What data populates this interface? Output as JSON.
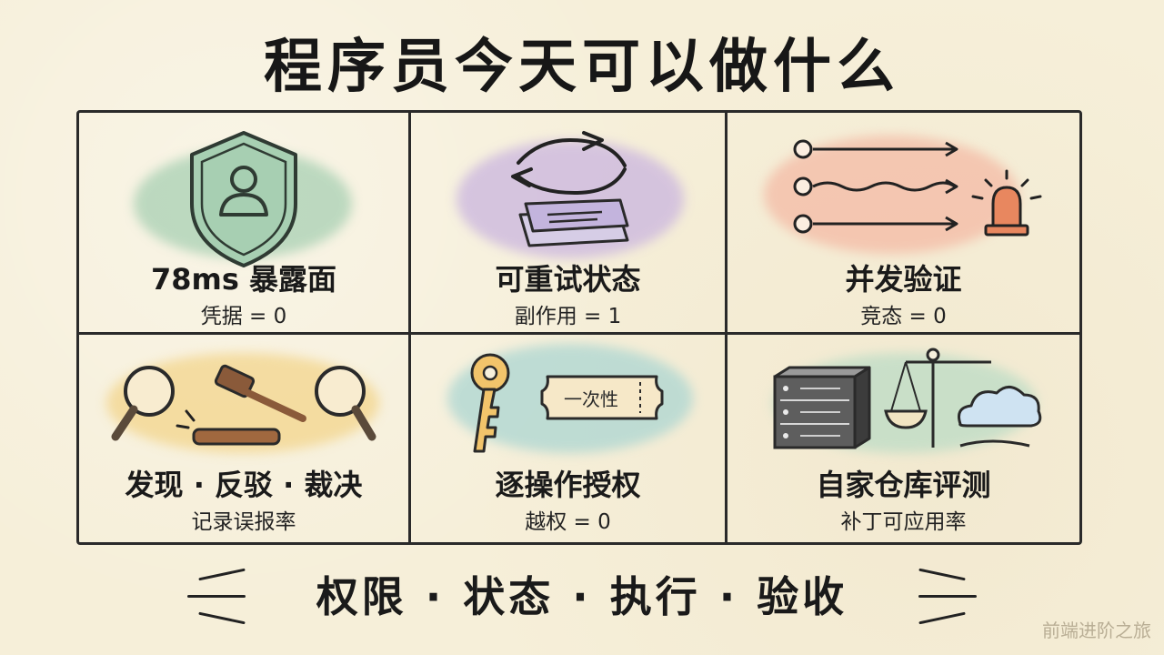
{
  "title": "程序员今天可以做什么",
  "cells": [
    {
      "label": "78ms 暴露面",
      "sub": "凭据 = 0"
    },
    {
      "label": "可重试状态",
      "sub": "副作用 = 1"
    },
    {
      "label": "并发验证",
      "sub": "竞态 = 0"
    },
    {
      "label": "发现 · 反驳 · 裁决",
      "sub": "记录误报率"
    },
    {
      "label": "逐操作授权",
      "sub": "越权 = 0",
      "ticket_text": "一次性"
    },
    {
      "label": "自家仓库评测",
      "sub": "补丁可应用率"
    }
  ],
  "footer": "权限 · 状态 · 执行 · 验收",
  "watermark": "前端进阶之旅",
  "colors": {
    "background": "#f6efd9",
    "ink": "#1f1f1f",
    "shield_green": "#9cc7a8",
    "cycle_purple": "#c9b6dc",
    "race_red": "#f2b5a0",
    "gavel_yellow": "#f1d48a",
    "key_teal": "#a9d3cf",
    "server_green": "#b9dcc4"
  },
  "icons": [
    "shield-user-icon",
    "retry-cycle-icon",
    "race-arrows-alarm-icon",
    "magnifier-gavel-icon",
    "key-ticket-icon",
    "server-scale-cloud-icon"
  ]
}
